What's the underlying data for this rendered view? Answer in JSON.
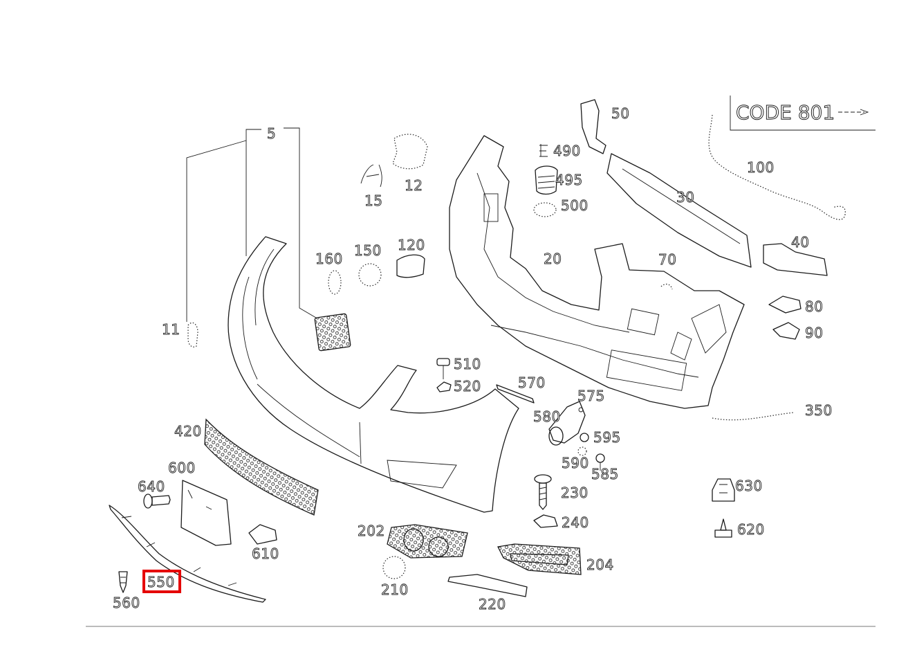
{
  "diagram": {
    "code_box_label": "CODE 801",
    "code_arrow": "—·—>",
    "highlighted_callout": "550",
    "highlight_color": "#e50000",
    "callouts": {
      "c5": "5",
      "c11": "11",
      "c12": "12",
      "c15": "15",
      "c20": "20",
      "c30": "30",
      "c40": "40",
      "c50": "50",
      "c70": "70",
      "c80": "80",
      "c90": "90",
      "c100": "100",
      "c120": "120",
      "c150": "150",
      "c160": "160",
      "c202": "202",
      "c204": "204",
      "c210": "210",
      "c220": "220",
      "c230": "230",
      "c240": "240",
      "c350": "350",
      "c420": "420",
      "c490": "490",
      "c495": "495",
      "c500": "500",
      "c510": "510",
      "c520": "520",
      "c550": "550",
      "c560": "560",
      "c570": "570",
      "c575": "575",
      "c580": "580",
      "c585": "585",
      "c590": "590",
      "c595": "595",
      "c600": "600",
      "c610": "610",
      "c620": "620",
      "c630": "630",
      "c640": "640"
    }
  }
}
